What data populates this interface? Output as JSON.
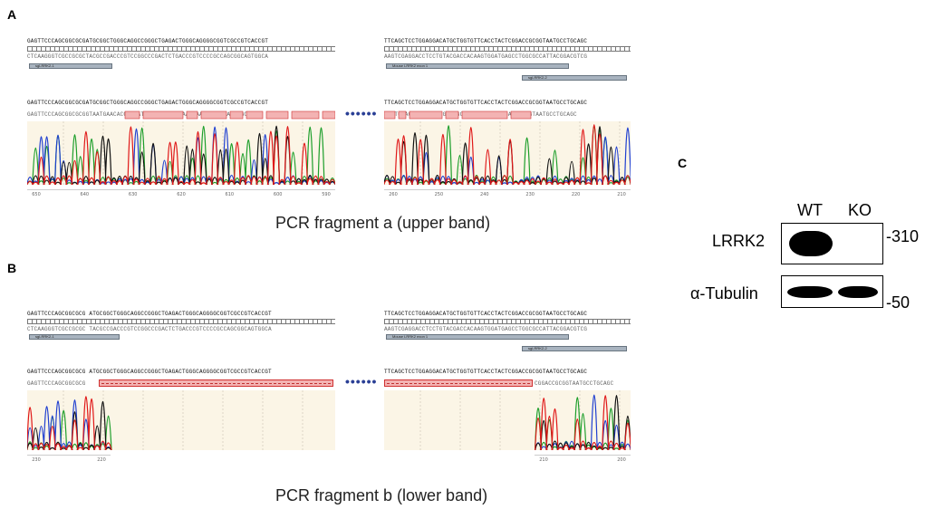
{
  "panels": {
    "A": {
      "letter": "A",
      "caption": "PCR fragment a (upper band)",
      "left": {
        "ref_seq": "GAGTTCCCAGCGGCGCGATGCGGCTGGGCAGGCCGGGCTGAGACTGGGCAGGGGCGGTCGCCGTCACCGT",
        "comp_seq": "CTCAAGGGTCGCCGCGCTACGCCGACCCGTCCGGCCCGACTCTGACCCGTCCCCGCCAGCGGCAGTGGCA",
        "feature": "sgLRRK2-1",
        "read_seq": "GAGTTCCCAGCGGCGCGATGCGGCTGGGCAGGCCGGGCTGAGACTGGGCAGGGGCGGTCGCCGTCACCGT",
        "called_seq": "GAGTTCCCAGCGGCGCGGTAATGAACACCAGCATCTCCCAGAACTAAACAACGTCTCGATCTGC",
        "ticks": [
          "650",
          "640",
          "630",
          "620",
          "610",
          "600",
          "590"
        ]
      },
      "right": {
        "ref_seq": "TTCAGCTCCTGGAGGACATGCTGGTGTTCACCTACTCGGACCGCGGTAATGCCTGCAGC",
        "comp_seq": "AAGTCGAGGACCTCCTGTACGACCACAAGTGGATGAGCCTGGCGCCATTACGGACGTCG",
        "feature": "Mouse LRRK2 exon 1",
        "feature2": "sgLRRK2-2",
        "read_seq": "TTCAGCTCCTGGAGGACATGCTGGTGTTCACCTACTCGGACCGCGGTAATGCCTGCAGC",
        "called_seq": "CCTTCCAGTCTCAGCCGGCCTGCCCAGCCGCATCGGACCGCGGTAATGCCTGCAGC",
        "ticks": [
          "260",
          "250",
          "240",
          "230",
          "220",
          "210"
        ]
      }
    },
    "B": {
      "letter": "B",
      "caption": "PCR fragment b (lower band)",
      "left": {
        "ref_seq": "GAGTTCCCAGCGGCGCG  ATGCGGCTGGGCAGGCCGGGCTGAGACTGGGCAGGGGCGGTCGCCGTCACCGT",
        "comp_seq": "CTCAAGGGTCGCCGCGC  TACGCCGACCCGTCCGGCCCGACTCTGACCCGTCCCCGCCAGCGGCAGTGGCA",
        "feature": "sgLRRK2-1",
        "read_seq": "GAGTTCCCAGCGGCGCG  ATGCGGCTGGGCAGGCCGGGCTGAGACTGGGCAGGGGCGGTCGCCGTCACCGT",
        "called_seq": "GAGTTCCCAGCGGCGCG",
        "ticks": [
          "230",
          "220"
        ]
      },
      "right": {
        "ref_seq": "TTCAGCTCCTGGAGGACATGCTGGTGTTCACCTACTCGGACCGCGGTAATGCCTGCAGC",
        "comp_seq": "AAGTCGAGGACCTCCTGTACGACCACAAGTGGATGAGCCTGGCGCCATTACGGACGTCG",
        "feature": "Mouse LRRK2 exon 1",
        "feature2": "sgLRRK2-2",
        "read_seq": "TTCAGCTCCTGGAGGACATGCTGGTGTTCACCTACTCGGACCGCGGTAATGCCTGCAGC",
        "called_seq": "CGGACCGCGGTAATGCCTGCAGC",
        "ticks": [
          "210",
          "200"
        ]
      }
    },
    "C": {
      "letter": "C",
      "lanes": [
        "WT",
        "KO"
      ],
      "blots": [
        {
          "label": "LRRK2",
          "marker": "310"
        },
        {
          "label": "α-Tubulin",
          "marker": "50"
        }
      ]
    }
  },
  "ellipsis": "••••••",
  "colors": {
    "A": "#1c9e2a",
    "C": "#1f3fd0",
    "G": "#111111",
    "T": "#e01818",
    "highlight": "#f3b3b3",
    "highlight_border": "#d03030"
  }
}
